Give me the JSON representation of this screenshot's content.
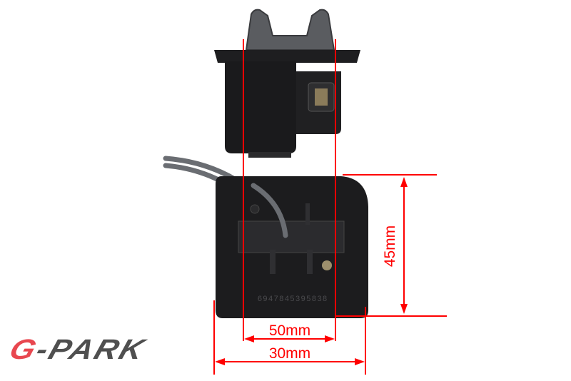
{
  "product": {
    "serial_number": "6947845395838"
  },
  "dimensions": {
    "height_label": "45mm",
    "inner_width_label": "50mm",
    "outer_width_label": "30mm"
  },
  "logo": {
    "letter": "G",
    "rest": "-PARK"
  },
  "colors": {
    "dimension_red": "#ff0000",
    "logo_red": "#e8474f",
    "logo_gray": "#4f4f4f"
  }
}
